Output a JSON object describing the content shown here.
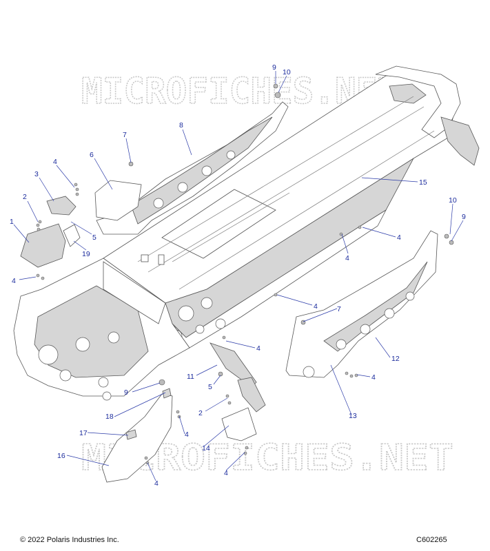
{
  "watermark": "MICROFICHES.NET",
  "footer": {
    "copyright": "© 2022 Polaris Industries Inc.",
    "figure_code": "C602265"
  },
  "callouts": [
    {
      "id": "c1",
      "text": "1"
    },
    {
      "id": "c2a",
      "text": "2"
    },
    {
      "id": "c3",
      "text": "3"
    },
    {
      "id": "c4a",
      "text": "4"
    },
    {
      "id": "c5a",
      "text": "5"
    },
    {
      "id": "c19",
      "text": "19"
    },
    {
      "id": "c4b",
      "text": "4"
    },
    {
      "id": "c6",
      "text": "6"
    },
    {
      "id": "c7a",
      "text": "7"
    },
    {
      "id": "c8",
      "text": "8"
    },
    {
      "id": "c9a",
      "text": "9"
    },
    {
      "id": "c10a",
      "text": "10"
    },
    {
      "id": "c15",
      "text": "15"
    },
    {
      "id": "c10b",
      "text": "10"
    },
    {
      "id": "c9b",
      "text": "9"
    },
    {
      "id": "c4c",
      "text": "4"
    },
    {
      "id": "c4d",
      "text": "4"
    },
    {
      "id": "c4e",
      "text": "4"
    },
    {
      "id": "c7b",
      "text": "7"
    },
    {
      "id": "c12",
      "text": "12"
    },
    {
      "id": "c4f",
      "text": "4"
    },
    {
      "id": "c4g",
      "text": "4"
    },
    {
      "id": "c11",
      "text": "11"
    },
    {
      "id": "c5b",
      "text": "5"
    },
    {
      "id": "c13",
      "text": "13"
    },
    {
      "id": "c9c",
      "text": "9"
    },
    {
      "id": "c2b",
      "text": "2"
    },
    {
      "id": "c18",
      "text": "18"
    },
    {
      "id": "c4h",
      "text": "4"
    },
    {
      "id": "c17",
      "text": "17"
    },
    {
      "id": "c14",
      "text": "14"
    },
    {
      "id": "c16",
      "text": "16"
    },
    {
      "id": "c4i",
      "text": "4"
    },
    {
      "id": "c4j",
      "text": "4"
    }
  ]
}
